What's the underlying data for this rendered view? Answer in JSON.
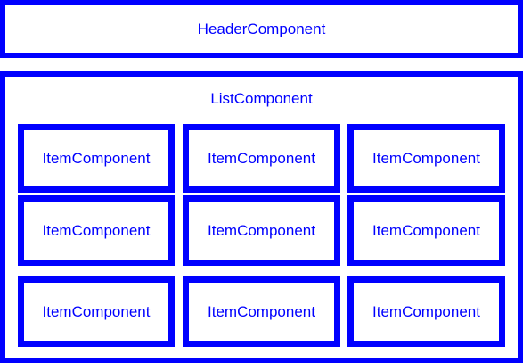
{
  "header": {
    "label": "HeaderComponent"
  },
  "list": {
    "label": "ListComponent",
    "items": [
      {
        "label": "ItemComponent"
      },
      {
        "label": "ItemComponent"
      },
      {
        "label": "ItemComponent"
      },
      {
        "label": "ItemComponent"
      },
      {
        "label": "ItemComponent"
      },
      {
        "label": "ItemComponent"
      },
      {
        "label": "ItemComponent"
      },
      {
        "label": "ItemComponent"
      },
      {
        "label": "ItemComponent"
      }
    ]
  },
  "colors": {
    "accent": "#0000FF",
    "background": "#FFFFFF"
  }
}
